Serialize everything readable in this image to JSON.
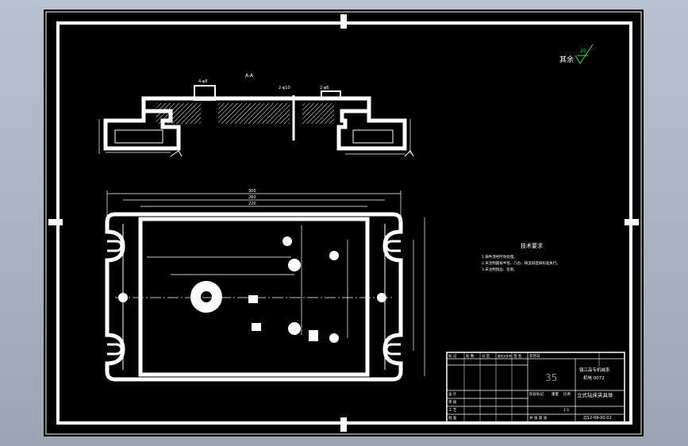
{
  "drawing": {
    "section_label": "A-A",
    "roughness_prefix": "其余",
    "roughness_value": "25",
    "technical_requirements": {
      "title": "技术要求",
      "items": [
        "1.铸件须经时效处理。",
        "2.未注明圆角半径、凸台、铸造斜度按标准执行。",
        "3.未注明锐边、毛刺。"
      ]
    },
    "top_dims": [
      "4-φ8",
      "2-φ10",
      "2-φ6"
    ],
    "plan_dims": [
      "300",
      "260",
      "220"
    ],
    "title_block": {
      "header_cells": [
        "标 记",
        "处 数",
        "分 区",
        "更改文件号",
        "签 名",
        "年月日"
      ],
      "material": "35",
      "school": "镇江高专机械系",
      "class_name": "机电 0072",
      "drawing_title": "立式钻床夹具体",
      "drawing_number": "ZJ12-09-00-02",
      "rows": [
        "设 计",
        "审 核",
        "工 艺",
        "批 准"
      ],
      "stage_label": "阶段标记",
      "weight_label": "重量",
      "scale_label": "比例",
      "scale": "1:1",
      "sheet_label": "共 张 第 张"
    }
  }
}
